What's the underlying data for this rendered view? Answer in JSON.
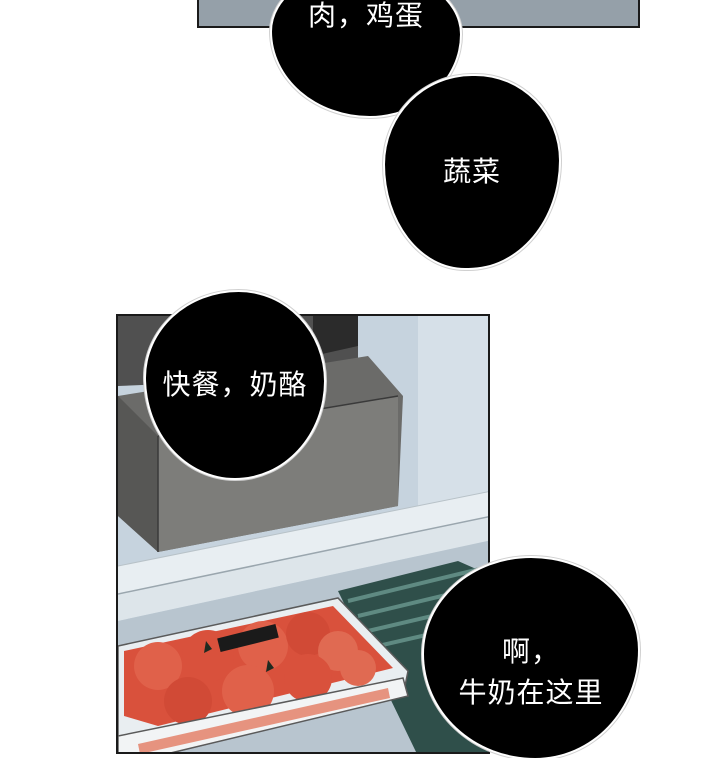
{
  "bubbles": {
    "meat_eggs": "肉，鸡蛋",
    "vegetables": "蔬菜",
    "fastfood_cheese": "快餐，奶酪",
    "milk_line1": "啊，",
    "milk_line2": "牛奶在这里"
  },
  "colors": {
    "bubble_fill": "#000000",
    "bubble_text": "#ffffff",
    "panel_border": "#1a1a1a",
    "top_panel_fill": "#95a0a9",
    "fridge_wall": "#c6d3de",
    "box_grey": "#6b6b69",
    "tomato_red": "#d9513c"
  }
}
